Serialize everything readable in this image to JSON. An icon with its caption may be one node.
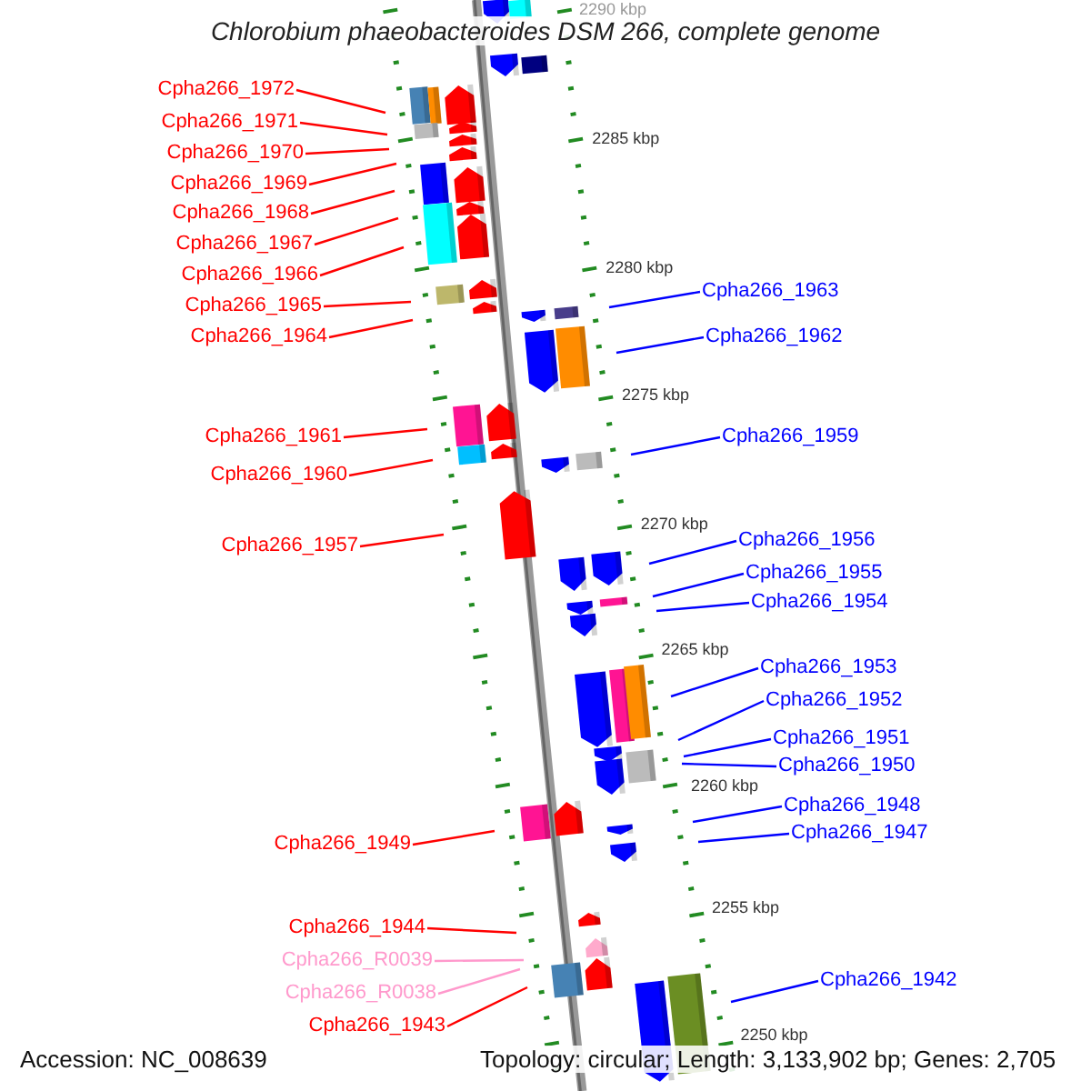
{
  "diagram": {
    "title": "Chlorobium phaeobacteroides DSM 266, complete genome",
    "nodes": [
      {
        "text": [
          "Cpha266_1972"
        ]
      },
      {
        "text": [
          "Cpha266_1971"
        ]
      },
      {
        "text": [
          "Cpha266_1970"
        ]
      },
      {
        "text": [
          "Cpha266_1969"
        ]
      },
      {
        "text": [
          "Cpha266_1968"
        ]
      },
      {
        "text": [
          "Cpha266_1967"
        ]
      },
      {
        "text": [
          "Cpha266_1966"
        ]
      },
      {
        "text": [
          "Cpha266_1965"
        ]
      },
      {
        "text": [
          "Cpha266_1964"
        ]
      },
      {
        "text": [
          "Cpha266_1961"
        ]
      },
      {
        "text": [
          "Cpha266_1960"
        ]
      },
      {
        "text": [
          "Cpha266_1957"
        ]
      },
      {
        "text": [
          "Cpha266_1949"
        ]
      },
      {
        "text": [
          "Cpha266_1944"
        ]
      },
      {
        "text": [
          "Cpha266_R0039"
        ]
      },
      {
        "text": [
          "Cpha266_R0038"
        ]
      },
      {
        "text": [
          "Cpha266_1943"
        ]
      },
      {
        "text": [
          "Cpha266_1963"
        ]
      },
      {
        "text": [
          "Cpha266_1962"
        ]
      },
      {
        "text": [
          "Cpha266_1959"
        ]
      },
      {
        "text": [
          "Cpha266_1956"
        ]
      },
      {
        "text": [
          "Cpha266_1955"
        ]
      },
      {
        "text": [
          "Cpha266_1954"
        ]
      },
      {
        "text": [
          "Cpha266_1953"
        ]
      },
      {
        "text": [
          "Cpha266_1952"
        ]
      },
      {
        "text": [
          "Cpha266_1951"
        ]
      },
      {
        "text": [
          "Cpha266_1950"
        ]
      },
      {
        "text": [
          "Cpha266_1948"
        ]
      },
      {
        "text": [
          "Cpha266_1947"
        ]
      },
      {
        "text": [
          "Cpha266_1942"
        ]
      }
    ],
    "edges": [
      {
        "from": 0,
        "to": null,
        "arrow": "none"
      },
      {
        "from": 1,
        "to": null,
        "arrow": "none"
      },
      {
        "from": 2,
        "to": null,
        "arrow": "none"
      },
      {
        "from": 3,
        "to": null,
        "arrow": "none"
      },
      {
        "from": 4,
        "to": null,
        "arrow": "none"
      },
      {
        "from": 5,
        "to": null,
        "arrow": "none"
      },
      {
        "from": 6,
        "to": null,
        "arrow": "none"
      },
      {
        "from": 7,
        "to": null,
        "arrow": "none"
      },
      {
        "from": 8,
        "to": null,
        "arrow": "none"
      },
      {
        "from": 9,
        "to": null,
        "arrow": "none"
      },
      {
        "from": 10,
        "to": null,
        "arrow": "none"
      },
      {
        "from": 11,
        "to": null,
        "arrow": "none"
      },
      {
        "from": 12,
        "to": null,
        "arrow": "none"
      },
      {
        "from": 13,
        "to": null,
        "arrow": "none"
      },
      {
        "from": 14,
        "to": null,
        "arrow": "none",
        "color": "#ff99cc"
      },
      {
        "from": 15,
        "to": null,
        "arrow": "none",
        "color": "#ff99cc"
      },
      {
        "from": 16,
        "to": null,
        "arrow": "none"
      },
      {
        "from": 17,
        "to": null,
        "arrow": "none",
        "color": "#0000ff"
      },
      {
        "from": 18,
        "to": null,
        "arrow": "none",
        "color": "#0000ff"
      },
      {
        "from": 19,
        "to": null,
        "arrow": "none",
        "color": "#0000ff"
      },
      {
        "from": 20,
        "to": null,
        "arrow": "none",
        "color": "#0000ff"
      },
      {
        "from": 21,
        "to": null,
        "arrow": "none",
        "color": "#0000ff"
      },
      {
        "from": 22,
        "to": null,
        "arrow": "none",
        "color": "#0000ff"
      },
      {
        "from": 23,
        "to": null,
        "arrow": "none",
        "color": "#0000ff"
      },
      {
        "from": 24,
        "to": null,
        "arrow": "none",
        "color": "#0000ff"
      },
      {
        "from": 25,
        "to": null,
        "arrow": "none",
        "color": "#0000ff"
      },
      {
        "from": 26,
        "to": null,
        "arrow": "none",
        "color": "#0000ff"
      },
      {
        "from": 27,
        "to": null,
        "arrow": "none",
        "color": "#0000ff"
      },
      {
        "from": 28,
        "to": null,
        "arrow": "none",
        "color": "#0000ff"
      },
      {
        "from": 29,
        "to": null,
        "arrow": "none",
        "color": "#0000ff"
      }
    ],
    "labels": [
      "2290 kbp",
      "2285 kbp",
      "2280 kbp",
      "2275 kbp",
      "2270 kbp",
      "2265 kbp",
      "2260 kbp",
      "2255 kbp",
      "2250 kbp",
      "Accession: NC_008639",
      "Topology: circular; Length: 3,133,902 bp; Genes: 2,705"
    ]
  }
}
